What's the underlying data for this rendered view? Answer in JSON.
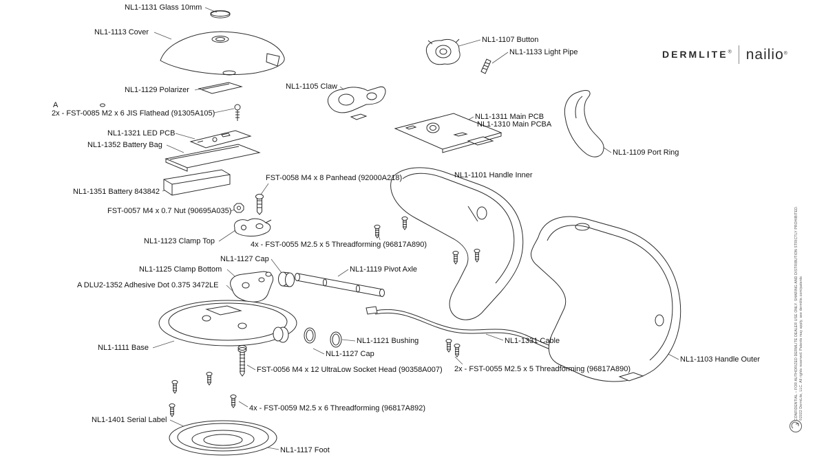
{
  "page": {
    "background": "#ffffff",
    "line_color": "#1a1a1a",
    "leader_color": "#444444"
  },
  "brand": {
    "left": "DERMLITE",
    "right": "nailio",
    "reg": "®"
  },
  "legal": {
    "confidential": "CONFIDENTIAL – FOR AUTHORIZED DERMLITE DEALER USE ONLY. SHARING AND DISTRIBUTION STRICTLY PROHIBITED.",
    "copyright": "©2022 DermLite, LLC. All rights reserved. Patents may apply, see dermlite.com/patents"
  },
  "labels": {
    "glass": "NL1-1131 Glass 10mm",
    "cover": "NL1-1113 Cover",
    "polarizer": "NL1-1129 Polarizer",
    "section_a": "A",
    "fst0085": "2x - FST-0085 M2 x 6 JIS Flathead (91305A105)",
    "led_pcb": "NL1-1321 LED PCB",
    "battery_bag": "NL1-1352 Battery Bag",
    "battery": "NL1-1351 Battery 843842",
    "fst0057": "FST-0057 M4 x 0.7 Nut (90695A035)",
    "clamp_top": "NL1-1123 Clamp Top",
    "cap_top": "NL1-1127 Cap",
    "clamp_bottom": "NL1-1125 Clamp Bottom",
    "adhesive_dot": "A DLU2-1352 Adhesive Dot 0.375 3472LE",
    "base": "NL1-1111 Base",
    "serial_label": "NL1-1401 Serial Label",
    "foot": "NL1-1117 Foot",
    "claw": "NL1-1105 Claw",
    "fst0058": "FST-0058 M4 x 8 Panhead (92000A218)",
    "fst0055_4x": "4x - FST-0055 M2.5 x 5 Threadforming (96817A890)",
    "pivot_axle": "NL1-1119 Pivot Axle",
    "bushing": "NL1-1121 Bushing",
    "cap_bottom": "NL1-1127 Cap",
    "fst0056": "FST-0056 M4 x 12 UltraLow Socket Head (90358A007)",
    "fst0059": "4x - FST-0059 M2.5 x 6 Threadforming (96817A892)",
    "button": "NL1-1107 Button",
    "light_pipe": "NL1-1133 Light Pipe",
    "main_pcb": "NL1-1311 Main PCB",
    "main_pcba": "NL1-1310 Main PCBA",
    "port_ring": "NL1-1109 Port Ring",
    "handle_inner": "NL1-1101 Handle Inner",
    "cable": "NL1-1331 Cable",
    "fst0055_2x": "2x - FST-0055 M2.5 x 5 Threadforming (96817A890)",
    "handle_outer": "NL1-1103 Handle Outer"
  }
}
